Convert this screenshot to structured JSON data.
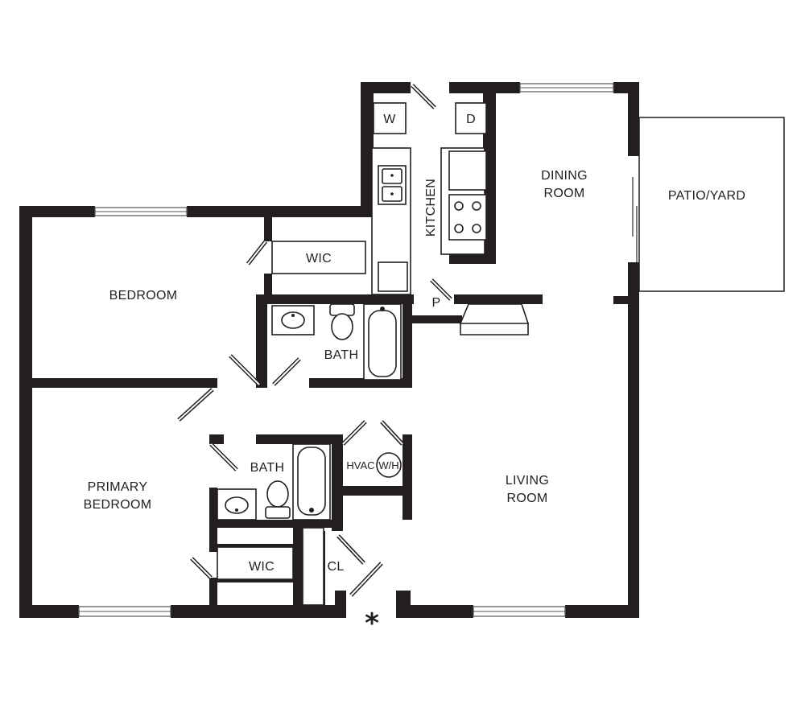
{
  "rooms": {
    "bedroom": "BEDROOM",
    "wic_upper": "WIC",
    "kitchen": "KITCHEN",
    "dining_line1": "DINING",
    "dining_line2": "ROOM",
    "patio": "PATIO/YARD",
    "bath_upper": "BATH",
    "pantry": "P",
    "primary_line1": "PRIMARY",
    "primary_line2": "BEDROOM",
    "bath_lower": "BATH",
    "hvac": "HVAC",
    "water_heater": "W/H",
    "living_line1": "LIVING",
    "living_line2": "ROOM",
    "wic_lower": "WIC",
    "closet": "CL"
  },
  "appliances": {
    "washer": "W",
    "dryer": "D"
  },
  "entry_marker": "*"
}
